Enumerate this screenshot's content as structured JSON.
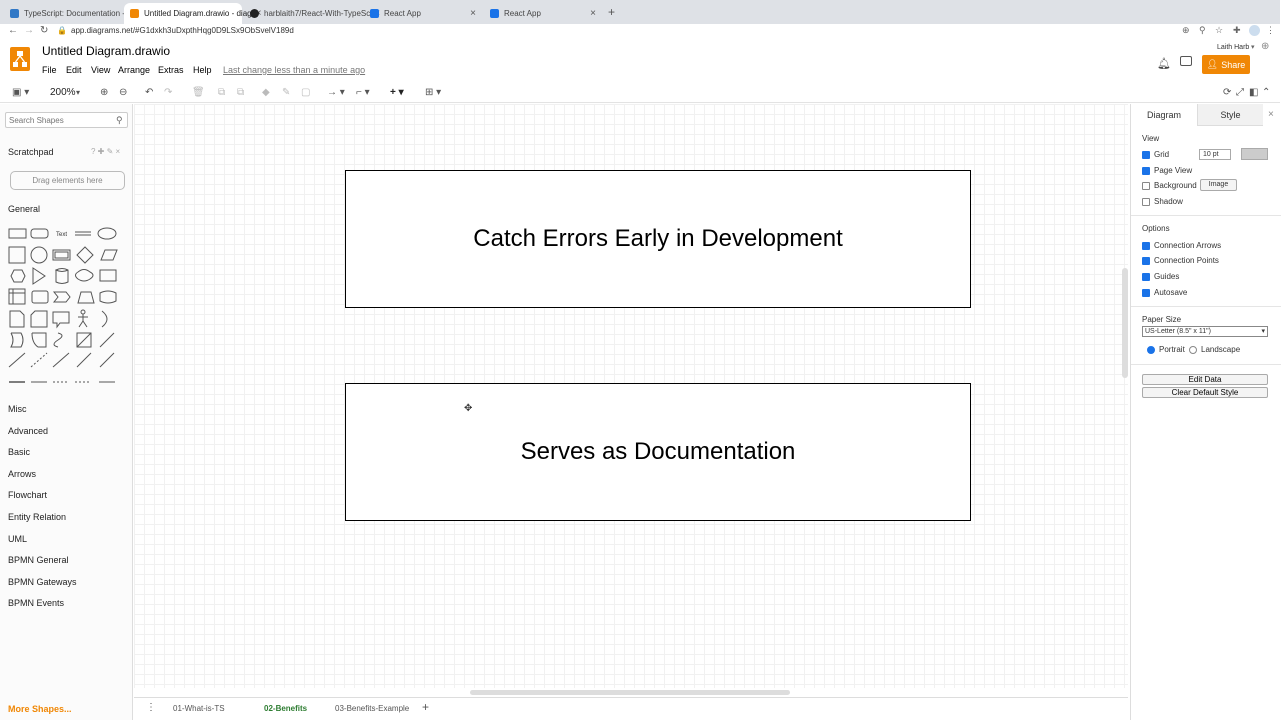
{
  "browser": {
    "tabs": [
      {
        "title": "TypeScript: Documentation - N",
        "color": "#3178c6"
      },
      {
        "title": "Untitled Diagram.drawio - diag",
        "color": "#f08705"
      },
      {
        "title": "harblaith7/React-With-TypeSc",
        "color": "#222222"
      },
      {
        "title": "React App",
        "color": "#1a73e8"
      },
      {
        "title": "React App",
        "color": "#1a73e8"
      }
    ],
    "url": "app.diagrams.net/#G1dxkh3uDxpthHqg0D9LSx9ObSvelV189d"
  },
  "app": {
    "title": "Untitled Diagram.drawio",
    "menu": [
      "File",
      "Edit",
      "View",
      "Arrange",
      "Extras",
      "Help"
    ],
    "last_change": "Last change less than a minute ago",
    "user": "Laith Harb",
    "share_label": "Share"
  },
  "toolbar": {
    "zoom": "200%"
  },
  "left": {
    "search_placeholder": "Search Shapes",
    "scratchpad": "Scratchpad",
    "drag_hint": "Drag elements here",
    "general": "General",
    "text_shape": "Text",
    "sections": [
      "Misc",
      "Advanced",
      "Basic",
      "Arrows",
      "Flowchart",
      "Entity Relation",
      "UML",
      "BPMN General",
      "BPMN Gateways",
      "BPMN Events"
    ],
    "more_shapes": "More Shapes..."
  },
  "canvas": {
    "boxes": [
      {
        "label": "Catch Errors Early in Development"
      },
      {
        "label": "Serves as Documentation"
      }
    ]
  },
  "right": {
    "tabs": [
      "Diagram",
      "Style"
    ],
    "view_heading": "View",
    "grid": "Grid",
    "grid_size": "10 pt",
    "page_view": "Page View",
    "background": "Background",
    "image_btn": "Image",
    "shadow": "Shadow",
    "options_heading": "Options",
    "connection_arrows": "Connection Arrows",
    "connection_points": "Connection Points",
    "guides": "Guides",
    "autosave": "Autosave",
    "paper_size_heading": "Paper Size",
    "paper_size": "US-Letter (8.5\" x 11\")",
    "portrait": "Portrait",
    "landscape": "Landscape",
    "edit_data": "Edit Data",
    "clear_style": "Clear Default Style"
  },
  "pages": [
    "01-What-is-TS",
    "02-Benefits",
    "03-Benefits-Example"
  ]
}
